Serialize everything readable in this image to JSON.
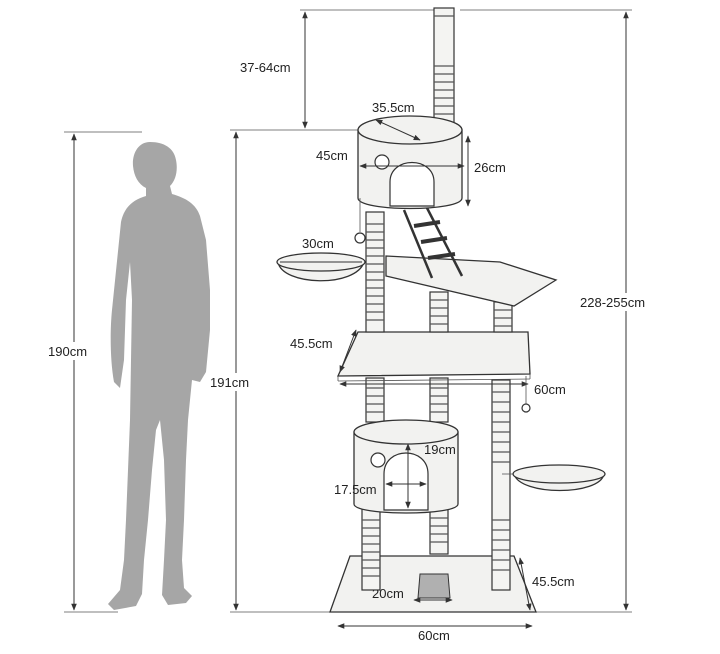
{
  "diagram": {
    "person_height_label": "190cm",
    "tree_base_height_label": "191cm",
    "tree_total_height_label": "228-255cm",
    "pole_extension_label": "37-64cm",
    "top_house_diameter_label": "35.5cm",
    "top_house_width_label": "45cm",
    "top_house_height_label": "26cm",
    "hammock_top_label": "30cm",
    "platform_width_label": "45.5cm",
    "platform_length_label": "60cm",
    "lower_house_opening_width_label": "19cm",
    "lower_house_opening_height_label": "17.5cm",
    "mat_label": "20cm",
    "base_depth_label": "45.5cm",
    "base_width_label": "60cm"
  }
}
